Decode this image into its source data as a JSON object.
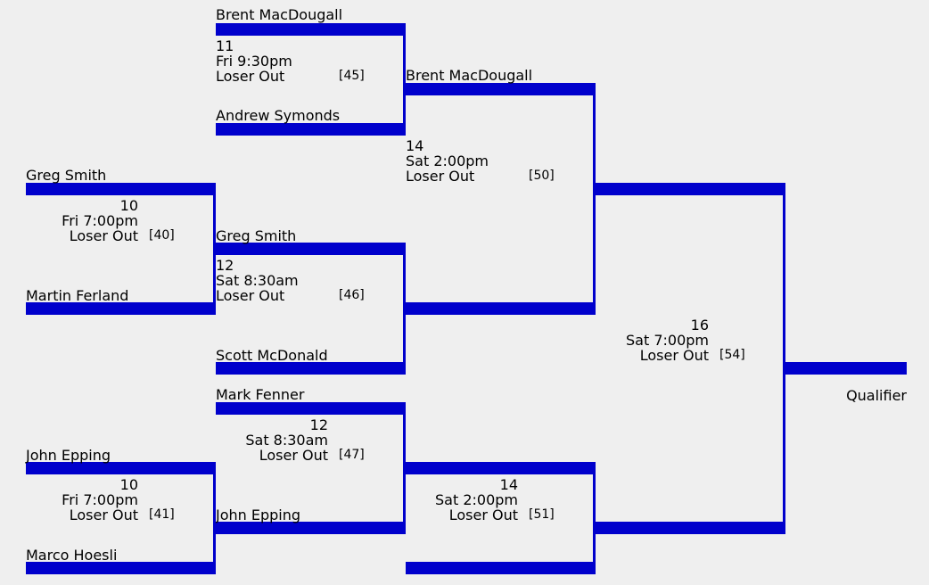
{
  "colors": {
    "bracket_line": "#0000cc",
    "background": "#efefef"
  },
  "players": {
    "brent_macdougall": "Brent MacDougall",
    "andrew_symonds": "Andrew Symonds",
    "greg_smith": "Greg Smith",
    "martin_ferland": "Martin Ferland",
    "scott_mcdonald": "Scott McDonald",
    "mark_fenner": "Mark Fenner",
    "john_epping": "John Epping",
    "marco_hoesli": "Marco Hoesli"
  },
  "matches": {
    "m11": {
      "game": "11",
      "time": "Fri 9:30pm",
      "note": "Loser Out",
      "ref": "[45]"
    },
    "m10a": {
      "game": "10",
      "time": "Fri 7:00pm",
      "note": "Loser Out",
      "ref": "[40]"
    },
    "m12a": {
      "game": "12",
      "time": "Sat 8:30am",
      "note": "Loser Out",
      "ref": "[46]"
    },
    "m12b": {
      "game": "12",
      "time": "Sat 8:30am",
      "note": "Loser Out",
      "ref": "[47]"
    },
    "m10b": {
      "game": "10",
      "time": "Fri 7:00pm",
      "note": "Loser Out",
      "ref": "[41]"
    },
    "m14a": {
      "game": "14",
      "time": "Sat 2:00pm",
      "note": "Loser Out",
      "ref": "[50]"
    },
    "m14b": {
      "game": "14",
      "time": "Sat 2:00pm",
      "note": "Loser Out",
      "ref": "[51]"
    },
    "m16": {
      "game": "16",
      "time": "Sat 7:00pm",
      "note": "Loser Out",
      "ref": "[54]"
    }
  },
  "result": {
    "label": "Qualifier"
  }
}
